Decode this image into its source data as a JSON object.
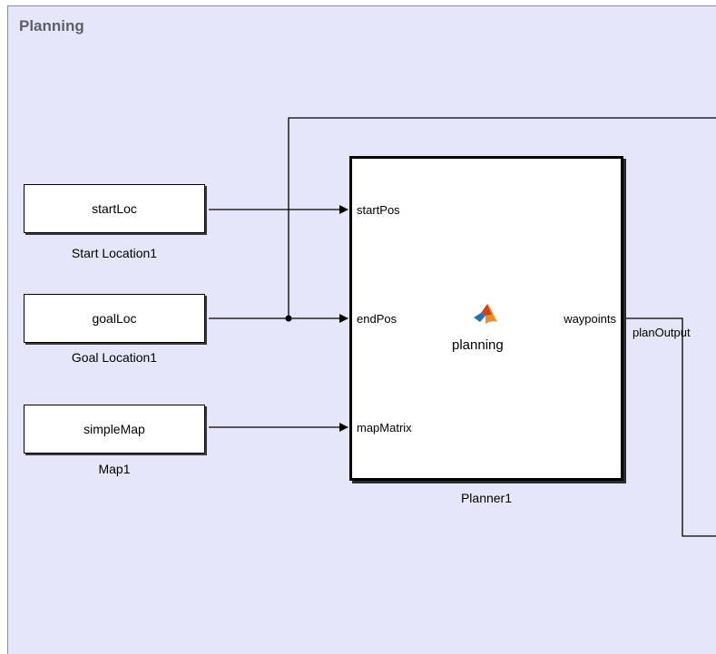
{
  "subsystem": {
    "title": "Planning",
    "background_color": "#e6e6fa"
  },
  "blocks": {
    "start_loc": {
      "value": "startLoc",
      "name": "Start Location1"
    },
    "goal_loc": {
      "value": "goalLoc",
      "name": "Goal Location1"
    },
    "simple_map": {
      "value": "simpleMap",
      "name": "Map1"
    }
  },
  "planner": {
    "name": "Planner1",
    "function": "planning",
    "icon": "matlab-logo-icon",
    "inputs": [
      "startPos",
      "endPos",
      "mapMatrix"
    ],
    "output": "waypoints"
  },
  "signals": {
    "plan_output": "planOutput"
  }
}
